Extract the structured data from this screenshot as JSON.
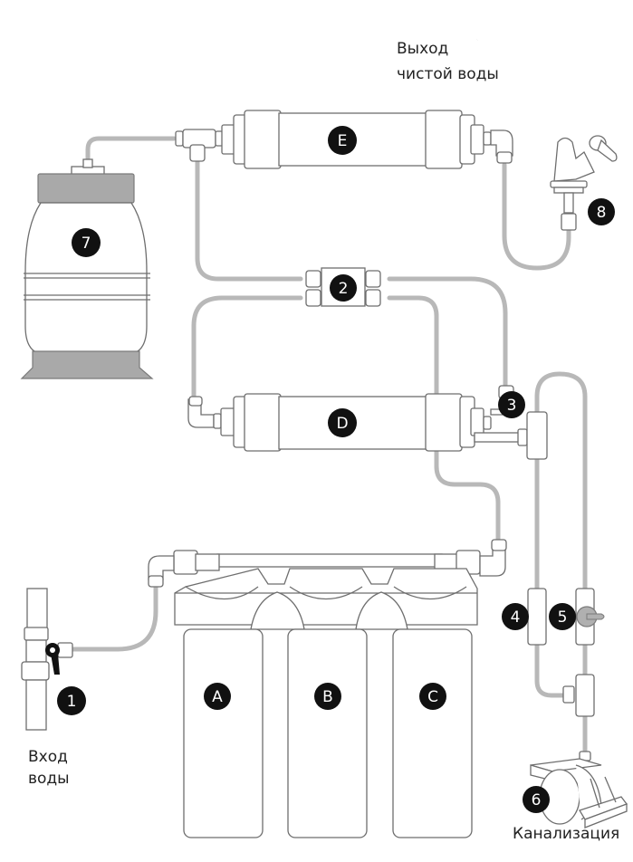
{
  "diagram": {
    "title": "Reverse osmosis water filter installation scheme",
    "labels": {
      "water_outlet_line1": "Выход",
      "water_outlet_line2": "чистой воды",
      "water_inlet_line1": "Вход",
      "water_inlet_line2": "воды",
      "drain": "Канализация"
    },
    "badges": {
      "inlet_valve": "1",
      "flow_block": "2",
      "drain_fitting": "3",
      "flow_restrictor": "4",
      "flush_valve": "5",
      "drain_clamp": "6",
      "storage_tank": "7",
      "faucet": "8",
      "prefilter_a": "A",
      "prefilter_b": "B",
      "prefilter_c": "C",
      "membrane_d": "D",
      "postfilter_e": "E"
    },
    "colors": {
      "tube": "#b8b8b8",
      "outline": "#6e6e6e",
      "badge": "#111111",
      "tank_caps": "#a9a9a9"
    }
  }
}
